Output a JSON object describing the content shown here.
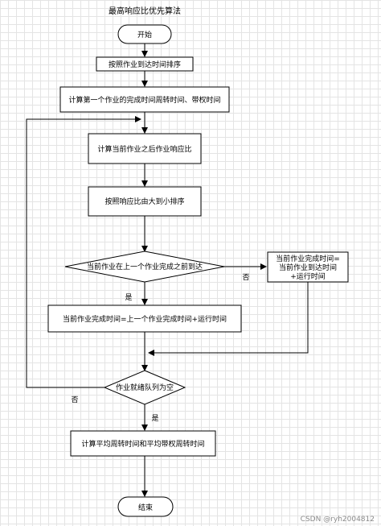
{
  "title": "最高响应比优先算法",
  "nodes": {
    "start": "开始",
    "sort_arrival": "按照作业到达时间排序",
    "calc_first": "计算第一个作业的完成时间周转时间、带权时间",
    "calc_ratio": "计算当前作业之后作业响应比",
    "sort_ratio": "按照响应比由大到小排序",
    "decision_arrived": "当前作业在上一个作业完成之前到达",
    "finish_a": "当前作业完成时间=上一个作业完成时间+运行时间",
    "finish_b": [
      "当前作业完成时间=",
      "当前作业到达时间",
      "+运行时间"
    ],
    "decision_empty": "作业就绪队列为空",
    "calc_avg": "计算平均周转时间和平均带权周转时间",
    "end": "结束"
  },
  "edge_labels": {
    "yes_1": "是",
    "no_1": "否",
    "yes_2": "是",
    "no_2": "否"
  },
  "watermark": "CSDN @ryh2004812"
}
